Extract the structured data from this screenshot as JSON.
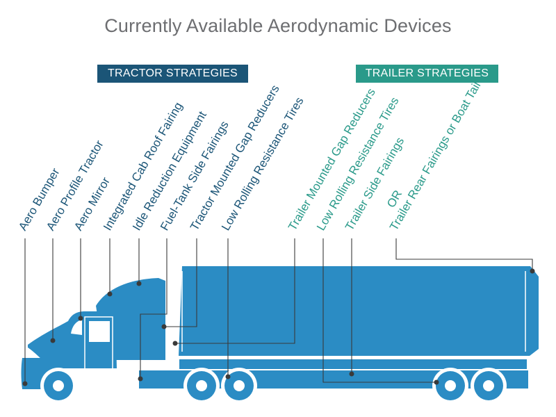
{
  "title": "Currently Available Aerodynamic Devices",
  "strategies": {
    "tractor": "TRACTOR STRATEGIES",
    "trailer": "TRAILER STRATEGIES"
  },
  "tractor_devices": [
    "Aero Bumper",
    "Aero Profile Tractor",
    "Aero Mirror",
    "Integrated Cab Roof Fairing",
    "Idle Reduction Equipment",
    "Fuel-Tank Side Fairings",
    "Tractor Mounted Gap Reducers",
    "Low Rolling Resistance Tires"
  ],
  "trailer_devices": [
    "Trailer Mounted Gap Reducers",
    "Low Rolling Resistance Tires",
    "Trailer Side Fairings",
    "OR",
    "Trailer Rear Fairings or Boat Tail"
  ],
  "colors": {
    "tractor": "#1b5577",
    "trailer": "#2a9a8a",
    "truck": "#2b8cc4",
    "title": "#6d6e71"
  }
}
